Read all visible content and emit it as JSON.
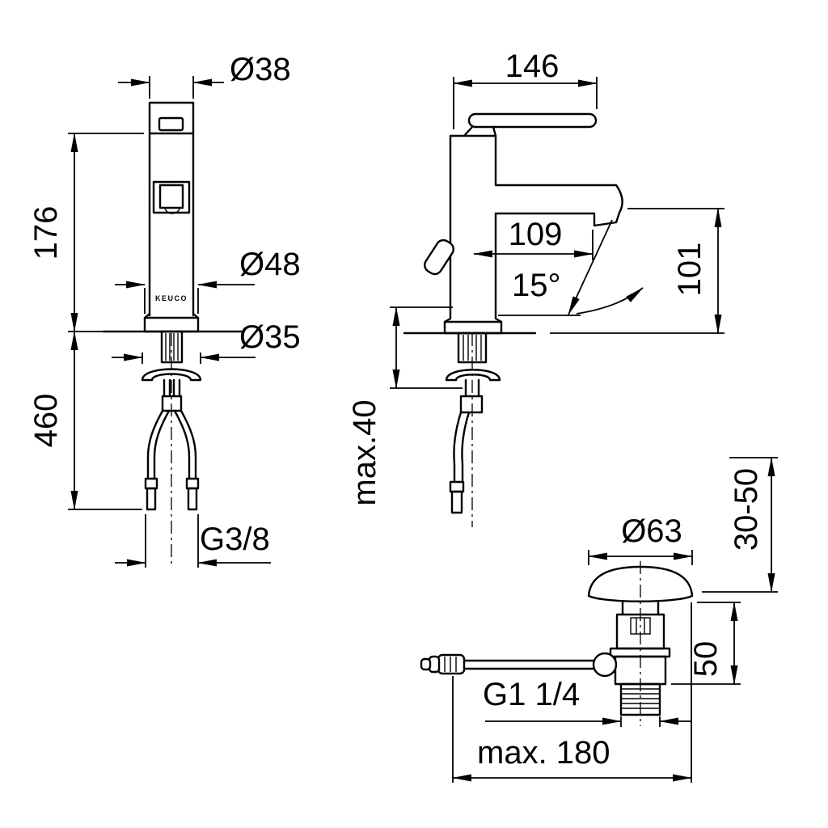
{
  "page": {
    "background": "#ffffff",
    "line_color": "#000000"
  },
  "drawing": {
    "brand": "KEUCO",
    "front_view": {
      "dia_top": "Ø38",
      "height_body": "176",
      "dia_base": "Ø48",
      "dia_shank": "Ø35",
      "length_hoses": "460",
      "thread_hoses": "G3/8"
    },
    "side_view": {
      "depth_total": "146",
      "reach_spout": "109",
      "angle_spray": "15°",
      "height_spout": "101",
      "deck_max": "max.40"
    },
    "drain_view": {
      "dia_plug": "Ø63",
      "range_top": "30-50",
      "height_body": "50",
      "thread_waste": "G1 1/4",
      "rod_max": "max. 180"
    }
  }
}
